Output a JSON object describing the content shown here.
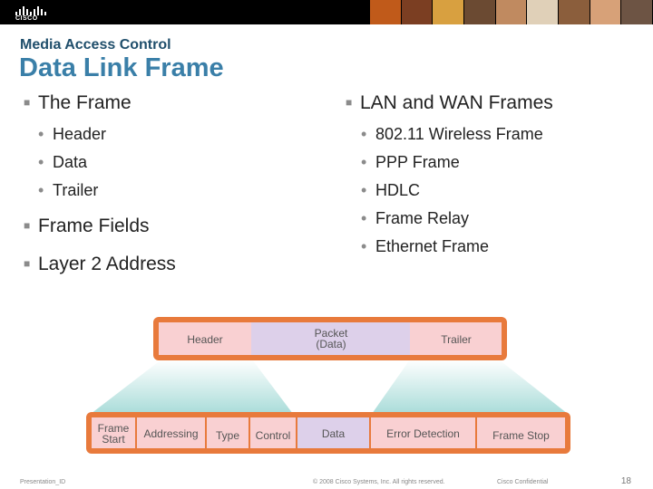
{
  "brand": {
    "logo_text": "CISCO",
    "logo_icon": "cisco-bridge-icon"
  },
  "header": {
    "subtitle": "Media Access Control",
    "title": "Data Link Frame"
  },
  "left": {
    "bullet1": "The Frame",
    "sub": [
      "Header",
      "Data",
      "Trailer"
    ],
    "bullet2": "Frame Fields",
    "bullet3": "Layer 2 Address"
  },
  "right": {
    "bullet1": "LAN and WAN Frames",
    "sub": [
      "802.11 Wireless Frame",
      "PPP Frame",
      "HDLC",
      "Frame Relay",
      "Ethernet Frame"
    ]
  },
  "diagram": {
    "top": {
      "header": "Header",
      "packet_1": "Packet",
      "packet_2": "(Data)",
      "trailer": "Trailer"
    },
    "fields": {
      "frame_start_1": "Frame",
      "frame_start_2": "Start",
      "addressing": "Addressing",
      "type": "Type",
      "control": "Control",
      "data": "Data",
      "error_detection": "Error Detection",
      "frame_stop": "Frame Stop"
    }
  },
  "footer": {
    "presentation": "Presentation_ID",
    "copyright": "© 2008 Cisco Systems, Inc. All rights reserved.",
    "confidential": "Cisco Confidential",
    "page": "18"
  },
  "colors": {
    "accent": "#3a7fa8",
    "frame_border": "#e87a3c",
    "header_fill": "#f9d0d2",
    "data_fill": "#ddd0ea",
    "trapezoid": "#a9dcd9"
  }
}
